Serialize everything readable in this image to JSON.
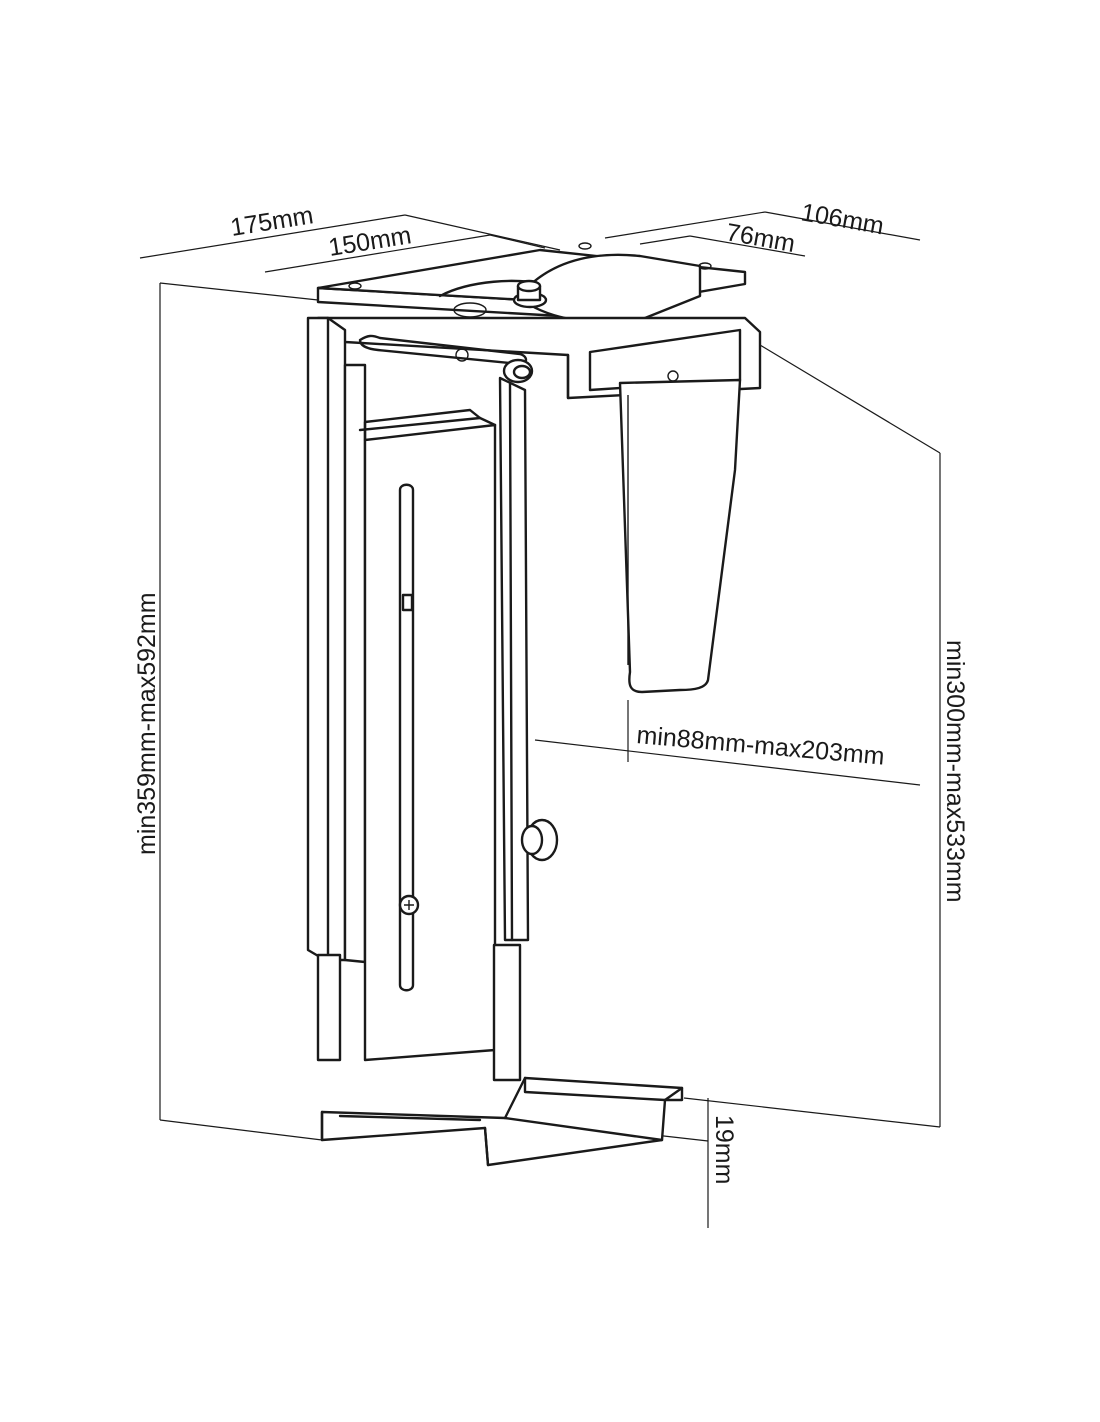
{
  "diagram": {
    "dimensions": {
      "top_width_outer": "175mm",
      "top_width_inner": "150mm",
      "top_depth_outer": "106mm",
      "top_depth_inner": "76mm",
      "total_height": "min359mm-max592mm",
      "inner_height": "min300mm-max533mm",
      "width_range": "min88mm-max203mm",
      "base_lip": "19mm"
    }
  }
}
